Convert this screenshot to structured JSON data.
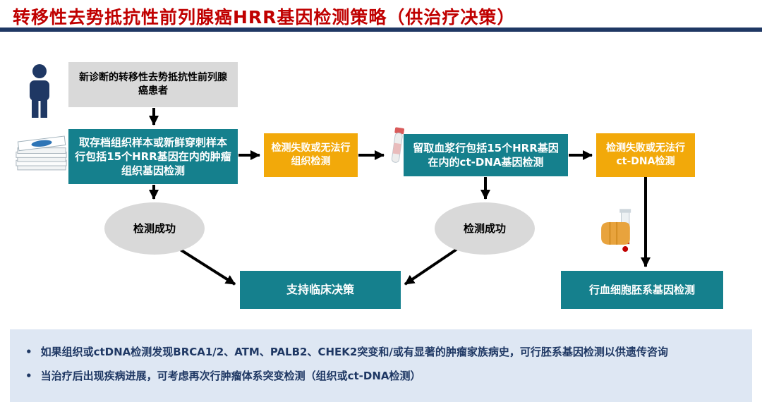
{
  "title": "转移性去势抵抗性前列腺癌HRR基因检测策略（供治疗决策）",
  "flow": {
    "patient": "新诊断的转移性去势抵抗性前列腺癌患者",
    "tissue_test": "取存档组织样本或新鲜穿刺样本行包括15个HRR基因在内的肿瘤组织基因检测",
    "tissue_fail": "检测失败或无法行组织检测",
    "ctdna_test": "留取血浆行包括15个HRR基因在内的ct-DNA基因检测",
    "ctdna_fail": "检测失败或无法行ct-DNA检测",
    "tissue_success": "检测成功",
    "ctdna_success": "检测成功",
    "clinical_decision": "支持临床决策",
    "germline_test": "行血细胞胚系基因检测"
  },
  "icons": {
    "patient": "person-icon",
    "tissue_sample": "slides-stack-icon",
    "blood_tube": "blood-tube-icon",
    "blood_draw": "hand-blood-draw-icon"
  },
  "notes": [
    "如果组织或ctDNA检测发现BRCA1/2、ATM、PALB2、CHEK2突变和/或有显著的肿瘤家族病史，可行胚系基因检测以供遗传咨询",
    "当治疗后出现疾病进展，可考虑再次行肿瘤体系突变检测（组织或ct-DNA检测）"
  ],
  "bullet": "•",
  "colors": {
    "title": "#C00000",
    "divider": "#1F3864",
    "teal": "#15808D",
    "orange": "#F2A90A",
    "gray": "#D9D9D9",
    "notes_bg": "#DEE7F3",
    "notes_text": "#1F3864"
  }
}
